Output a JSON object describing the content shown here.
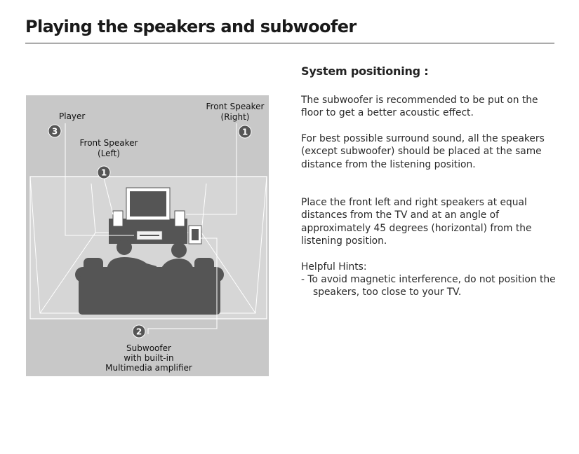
{
  "page": {
    "title": "Playing the speakers and subwoofer"
  },
  "diagram": {
    "labels": {
      "player": "Player",
      "front_left_line1": "Front Speaker",
      "front_left_line2": "(Left)",
      "front_right_line1": "Front Speaker",
      "front_right_line2": "(Right)",
      "subwoofer_line1": "Subwoofer",
      "subwoofer_line2": "with built-in",
      "subwoofer_line3": "Multimedia amplifier"
    },
    "badges": {
      "player": "3",
      "front_left": "1",
      "front_right": "1",
      "subwoofer": "2"
    },
    "colors": {
      "background": "#c8c8c8",
      "room": "#d6d6d6",
      "furniture": "#555555"
    }
  },
  "content": {
    "heading": "System positioning :",
    "p1": "The subwoofer is recommended to be put on the floor to get a better acoustic effect.",
    "p2": "For best possible surround sound, all the speakers (except subwoofer) should be placed at the same distance from the listening position.",
    "p3": "Place the front left and right speakers at equal distances from the TV and at an angle of approximately 45 degrees (horizontal) from the listening position.",
    "hints_label": "Helpful Hints:",
    "hint1": "- To avoid magnetic interference, do not position the speakers, too close to your TV."
  }
}
